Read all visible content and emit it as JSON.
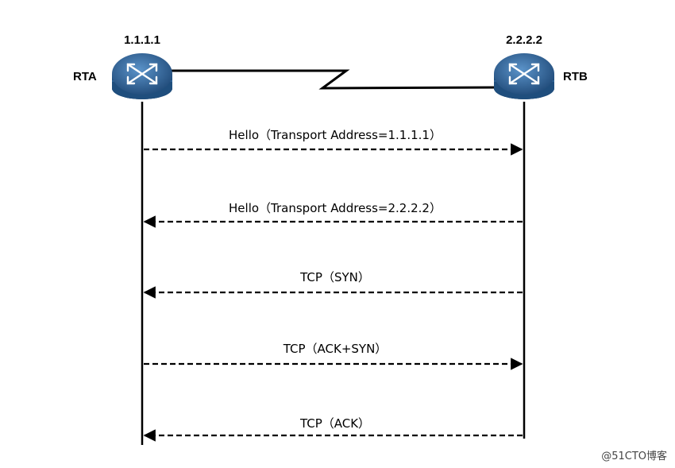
{
  "routers": {
    "rta": {
      "name": "RTA",
      "ip": "1.1.1.1"
    },
    "rtb": {
      "name": "RTB",
      "ip": "2.2.2.2"
    }
  },
  "messages": [
    {
      "label": "Hello（Transport Address=1.1.1.1）",
      "direction": "right"
    },
    {
      "label": "Hello（Transport Address=2.2.2.2）",
      "direction": "left"
    },
    {
      "label": "TCP（SYN）",
      "direction": "left"
    },
    {
      "label": "TCP（ACK+SYN）",
      "direction": "right"
    },
    {
      "label": "TCP（ACK）",
      "direction": "left"
    }
  ],
  "watermark": "@51CTO博客",
  "colors": {
    "router_top": "#2f6aa3",
    "router_body": "#1f4e7d",
    "line": "#000000"
  }
}
